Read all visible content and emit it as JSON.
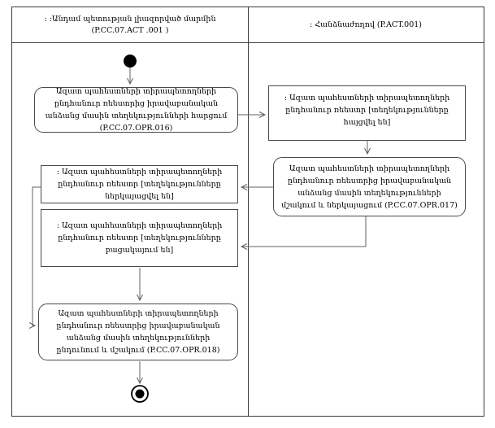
{
  "diagram": {
    "type": "uml-activity-swimlane",
    "lanes": [
      {
        "id": "member-state-authorized-body",
        "title": ": :Անդամ պետության լիազորված մարմին (P.CC.07.ACT .001 )"
      },
      {
        "id": "commission",
        "title": ": Հանձնաժողով (P.ACT.001)"
      }
    ],
    "nodes": {
      "start": {
        "type": "initial-node"
      },
      "activity_016": {
        "lane": 0,
        "label": "Ազատ պահեստների տիրապետողների ընդհանուր ռեեստրից իրավաբանական անձանց մասին տեղեկությունների հարցում (P.CC.07.OPR.016)"
      },
      "object_requested": {
        "lane": 1,
        "label": ": Ազատ պահեստների տիրապետողների ընդհանուր ռեեստր [տեղեկությունները հայցվել են]"
      },
      "activity_017": {
        "lane": 1,
        "label": "Ազատ պահեստների տիրապետողների ընդհանուր ռեեստրից իրավաբանական անձանց մասին տեղեկությունների մշակում և ներկայացում (P.CC.07.OPR.017)"
      },
      "object_submitted": {
        "lane": 0,
        "label": ": Ազատ պահեստների տիրապետողների ընդհանուր ռեեստր [տեղեկությունները ներկայացվել են]"
      },
      "object_absent": {
        "lane": 0,
        "label": ": Ազատ պահեստների տիրապետողների ընդհանուր ռեեստր [տեղեկությունները բացակայում են]"
      },
      "activity_018": {
        "lane": 0,
        "label": "Ազատ պահեստների տիրապետողների ընդհանուր ռեեստրից իրավաբանական անձանց մասին տեղեկությունների ընդունում և մշակում (P.CC.07.OPR.018)"
      },
      "end": {
        "type": "final-node"
      }
    },
    "colors": {
      "border": "#4a4a4a",
      "connector": "#606060",
      "node_fill": "#000000",
      "background": "#ffffff"
    }
  }
}
